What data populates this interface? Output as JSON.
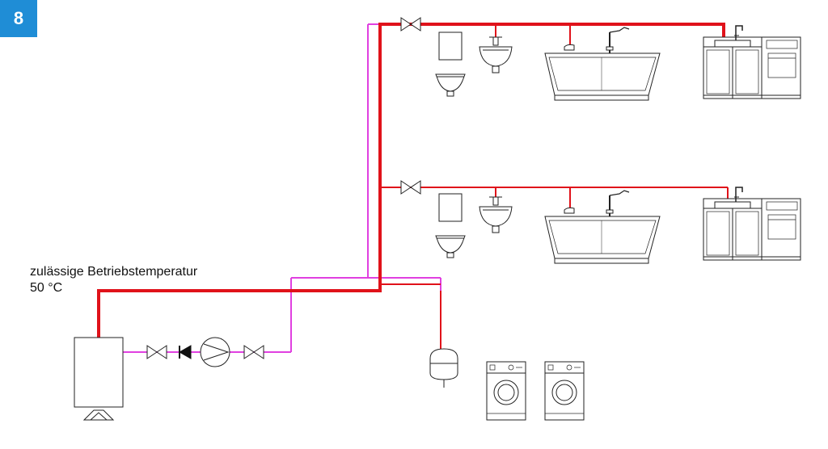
{
  "figure_number": "8",
  "annotation": {
    "line1": "zulässige Betriebstemperatur",
    "line2": "50 °C"
  },
  "colors": {
    "hot_water_pipe": "#e0121a",
    "circulation_pipe": "#e040e0",
    "badge": "#1f8dd6",
    "fixture_outline": "#222222"
  }
}
